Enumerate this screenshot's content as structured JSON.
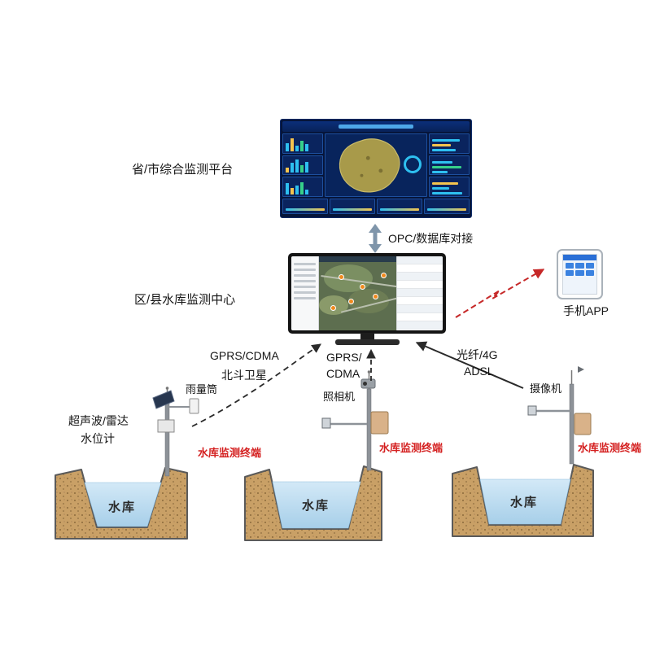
{
  "labels": {
    "platform": "省/市综合监测平台",
    "opc": "OPC/数据库对接",
    "center": "区/县水库监测中心",
    "phone": "手机APP"
  },
  "links": {
    "left": {
      "line1": "GPRS/CDMA",
      "line2": "北斗卫星"
    },
    "middle": {
      "line1": "GPRS/",
      "line2": "CDMA"
    },
    "right": {
      "line1": "光纤/4G",
      "line2": "ADSL"
    }
  },
  "devices": {
    "rain_gauge": "雨量筒",
    "water_level_line1": "超声波/雷达",
    "water_level_line2": "水位计",
    "camera_middle": "照相机",
    "camera_right": "摄像机"
  },
  "terminals": {
    "left": "水库监测终端",
    "middle": "水库监测终端",
    "right": "水库监测终端"
  },
  "reservoirs": {
    "left": "水库",
    "middle": "水库",
    "right": "水库"
  },
  "colors": {
    "terminal_text": "#d42020",
    "red_arrow": "#c62828",
    "black_arrow": "#2a2a2a",
    "double_arrow": "#7f95aa",
    "water": "#bcdcf0",
    "ground": "#c9a066",
    "dashboard_bg": "#06153a"
  }
}
